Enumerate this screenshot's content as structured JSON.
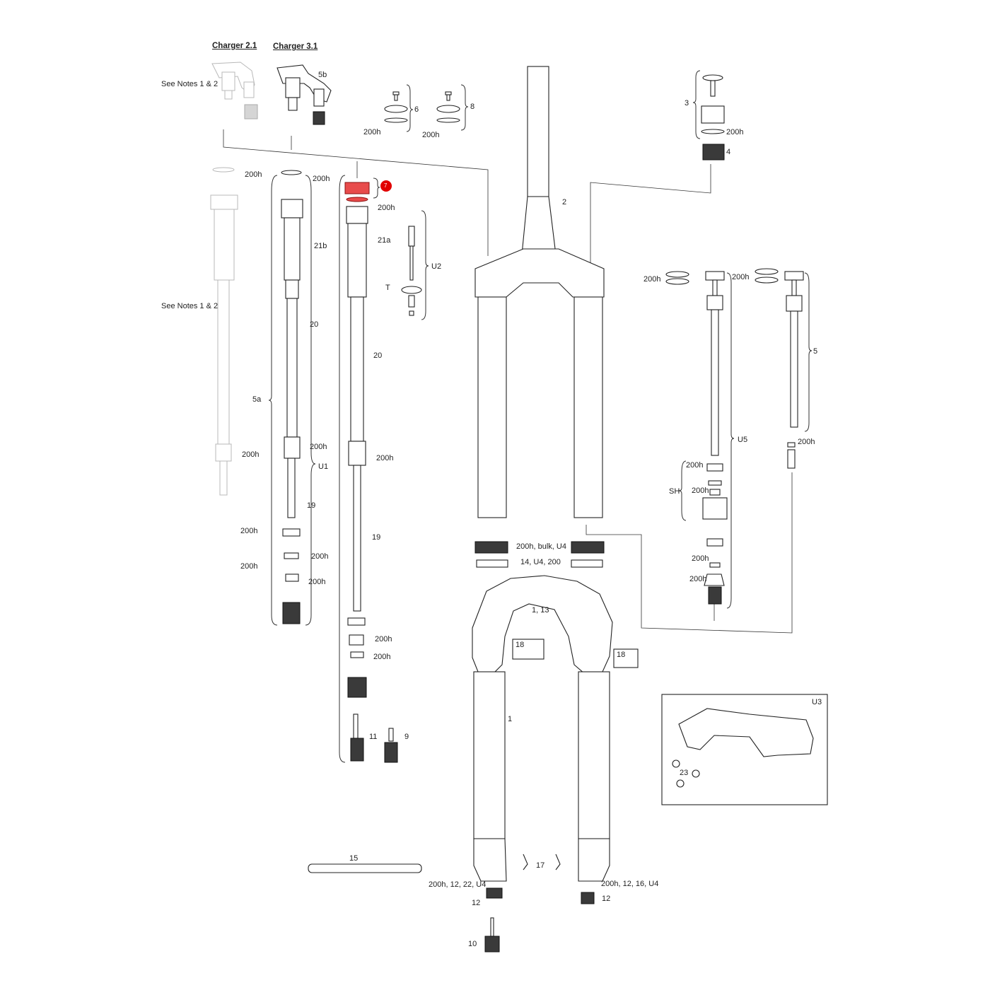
{
  "diagram": {
    "headings": {
      "charger_2_1": "Charger 2.1",
      "charger_3_1": "Charger 3.1"
    },
    "notes": {
      "top": "See Notes 1 & 2",
      "middle": "See Notes 1 & 2"
    },
    "labels": {
      "l_5b": "5b",
      "l_6": "6",
      "l_8": "8",
      "l_3": "3",
      "l_4": "4",
      "l_2": "2",
      "l_21b": "21b",
      "l_21a": "21a",
      "l_20_left": "20",
      "l_20_right": "20",
      "l_5a": "5a",
      "l_u1": "U1",
      "l_u2": "U2",
      "l_t": "T",
      "l_19_left": "19",
      "l_19_right": "19",
      "l_u5": "U5",
      "l_5": "5",
      "l_sh": "SH",
      "l_1": "1",
      "l_1_13": "1, 13",
      "l_18_left": "18",
      "l_18_right": "18",
      "l_u3": "U3",
      "l_23": "23",
      "l_11": "11",
      "l_9": "9",
      "l_15": "15",
      "l_17": "17",
      "l_12_left": "12",
      "l_12_right": "12",
      "l_10": "10",
      "l_bulk": "200h, bulk, U4",
      "l_14": "14, U4, 200",
      "l_footleft": "200h, 12, 22, U4",
      "l_footright": "200h, 12, 16, U4"
    },
    "seal_label": "200h",
    "highlight_marker": "7"
  }
}
